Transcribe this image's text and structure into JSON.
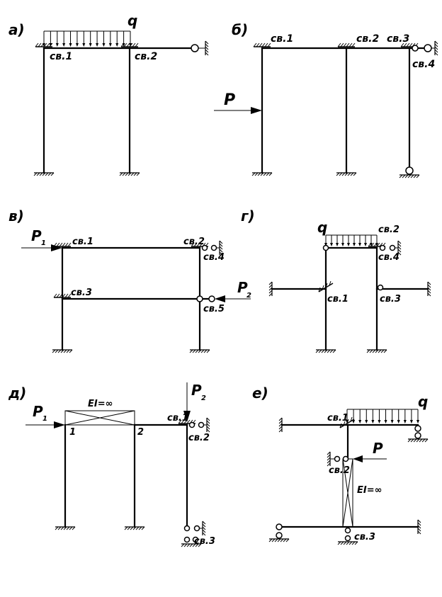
{
  "panels": {
    "a": {
      "title": "а)",
      "load_q": "q",
      "c1": "св.1",
      "c2": "св.2"
    },
    "b": {
      "title": "б)",
      "load_P": "P",
      "c1": "св.1",
      "c2": "св.2",
      "c3": "св.3",
      "c4": "св.4"
    },
    "v": {
      "title": "в)",
      "P1": "P",
      "P1_sub": "1",
      "P2": "P",
      "P2_sub": "2",
      "c1": "св.1",
      "c2": "св.2",
      "c3": "св.3",
      "c4": "св.4",
      "c5": "св.5"
    },
    "g": {
      "title": "г)",
      "load_q": "q",
      "c1": "св.1",
      "c2": "св.2",
      "c3": "св.3",
      "c4": "св.4"
    },
    "d": {
      "title": "д)",
      "P1": "P",
      "P1_sub": "1",
      "P2": "P",
      "P2_sub": "2",
      "ei": "EI=∞",
      "n1": "1",
      "n2": "2",
      "c1": "св.1",
      "c2": "св.2",
      "c3": "св.3"
    },
    "e": {
      "title": "е)",
      "load_q": "q",
      "load_P": "P",
      "ei": "EI=∞",
      "c1": "св.1",
      "c2": "св.2",
      "c3": "св.3"
    }
  }
}
